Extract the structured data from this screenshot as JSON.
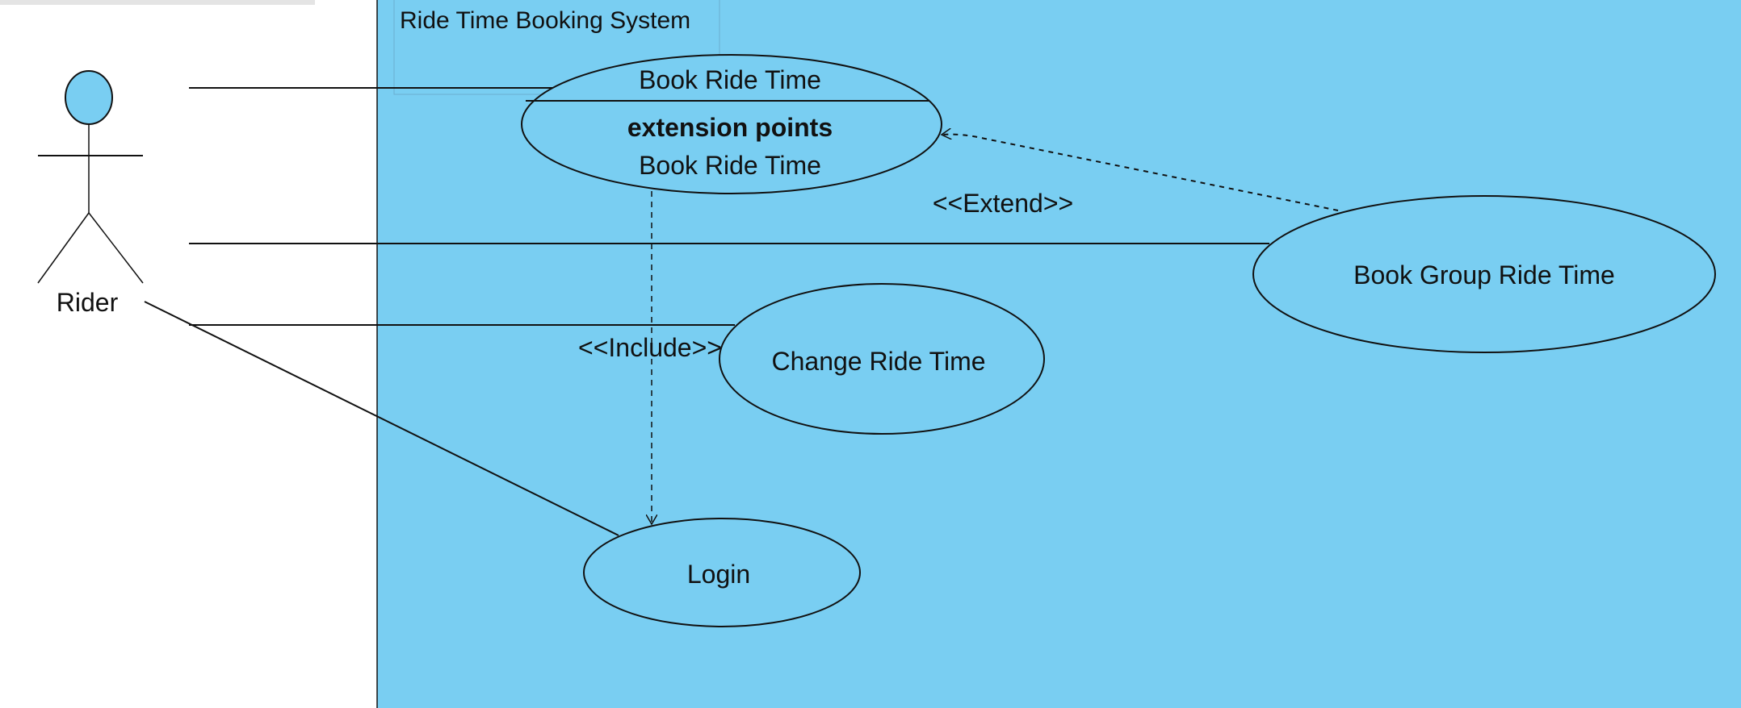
{
  "system": {
    "title": "Ride Time Booking System",
    "fill": "#79cef2"
  },
  "actor": {
    "name": "Rider",
    "head_fill": "#79cef2"
  },
  "use_cases": {
    "book_ride_time": {
      "name": "Book Ride Time",
      "extension_points_label": "extension points",
      "extension_point": "Book Ride Time"
    },
    "book_group_ride_time": {
      "name": "Book Group Ride Time"
    },
    "change_ride_time": {
      "name": "Change Ride Time"
    },
    "login": {
      "name": "Login"
    }
  },
  "relationships": {
    "extend": {
      "label": "<<Extend>>"
    },
    "include": {
      "label": "<<Include>>"
    }
  }
}
